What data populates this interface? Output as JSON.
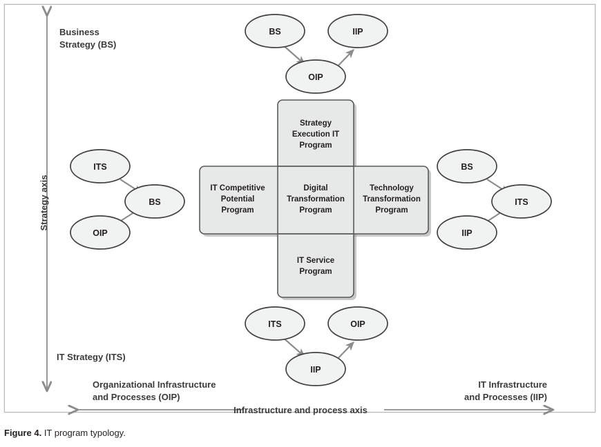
{
  "figure": {
    "caption_prefix": "Figure 4.",
    "caption_text": "IT program typology."
  },
  "axes": {
    "vertical": {
      "name": "Strategy axis",
      "top_label": "Business\nStrategy (BS)",
      "top_label_line1": "Business",
      "top_label_line2": "Strategy (BS)",
      "bottom_label": "IT Strategy (ITS)"
    },
    "horizontal": {
      "name": "Infrastructure and process axis",
      "left_label_line1": "Organizational Infrastructure",
      "left_label_line2": "and Processes (OIP)",
      "right_label_line1": "IT Infrastructure",
      "right_label_line2": "and Processes (IIP)"
    }
  },
  "matrix": {
    "top": {
      "line1": "Strategy",
      "line2": "Execution IT",
      "line3": "Program"
    },
    "left": {
      "line1": "IT Competitive",
      "line2": "Potential",
      "line3": "Program"
    },
    "center": {
      "line1": "Digital",
      "line2": "Transformation",
      "line3": "Program"
    },
    "right": {
      "line1": "Technology",
      "line2": "Transformation",
      "line3": "Program"
    },
    "bottom": {
      "line1": "IT Service",
      "line2": "Program"
    }
  },
  "clusters": {
    "top": {
      "name": "strategy-execution-sequence",
      "nodes": [
        "BS",
        "OIP",
        "IIP"
      ],
      "flow": "BS -> OIP -> IIP"
    },
    "left": {
      "name": "it-competitive-potential-sequence",
      "nodes": [
        "ITS",
        "BS",
        "OIP"
      ],
      "flow": "ITS -> BS -> OIP"
    },
    "right": {
      "name": "technology-transformation-sequence",
      "nodes": [
        "BS",
        "ITS",
        "IIP"
      ],
      "flow": "BS -> ITS -> IIP"
    },
    "bottom": {
      "name": "it-service-sequence",
      "nodes": [
        "ITS",
        "IIP",
        "OIP"
      ],
      "flow": "ITS -> IIP -> OIP"
    }
  },
  "colors": {
    "box_fill": "#e7e8e8",
    "box_stroke": "#58595b",
    "ellipse_fill": "#f1f2f2",
    "ellipse_stroke": "#414042",
    "arrow": "#8c8c8c",
    "text": "#231f20",
    "frame": "#b9b9b9"
  }
}
